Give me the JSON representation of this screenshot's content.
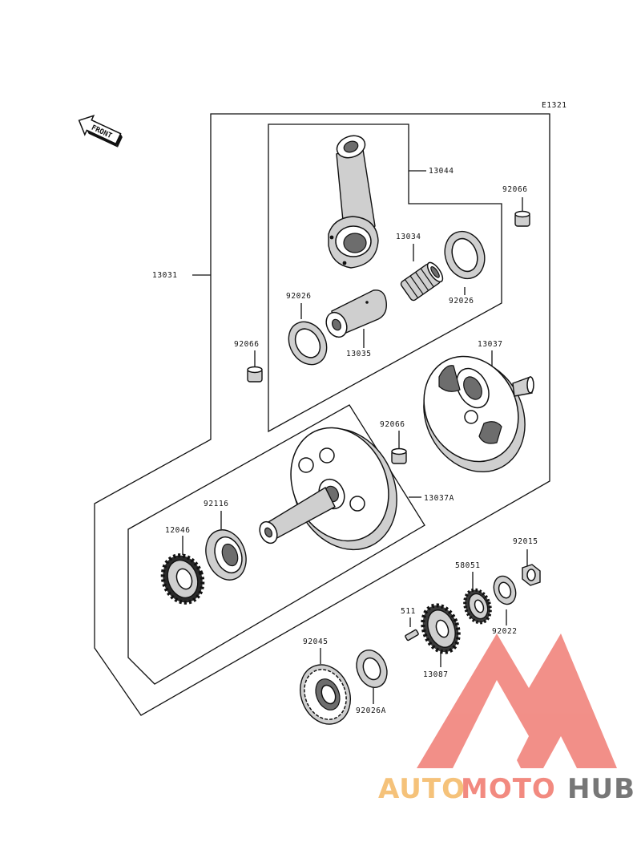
{
  "diagram_code": "E1321",
  "front_arrow_label": "FRONT",
  "labels": {
    "13031": "13031",
    "13044": "13044",
    "92066_a": "92066",
    "92066_b": "92066",
    "92066_c": "92066",
    "13034": "13034",
    "92026_a": "92026",
    "92026_b": "92026",
    "13035": "13035",
    "13037": "13037",
    "13037A": "13037A",
    "92116": "92116",
    "12046": "12046",
    "92015": "92015",
    "58051": "58051",
    "511": "511",
    "92022": "92022",
    "92045": "92045",
    "13087": "13087",
    "92026A": "92026A"
  },
  "watermark": {
    "part_auto": "AUTO",
    "part_moto": "MOTO",
    "part_hub": "HUB",
    "color_auto": "#f5c27a",
    "color_moto": "#f28a80",
    "color_hub": "#777777",
    "logo_color": "#f07c74"
  }
}
